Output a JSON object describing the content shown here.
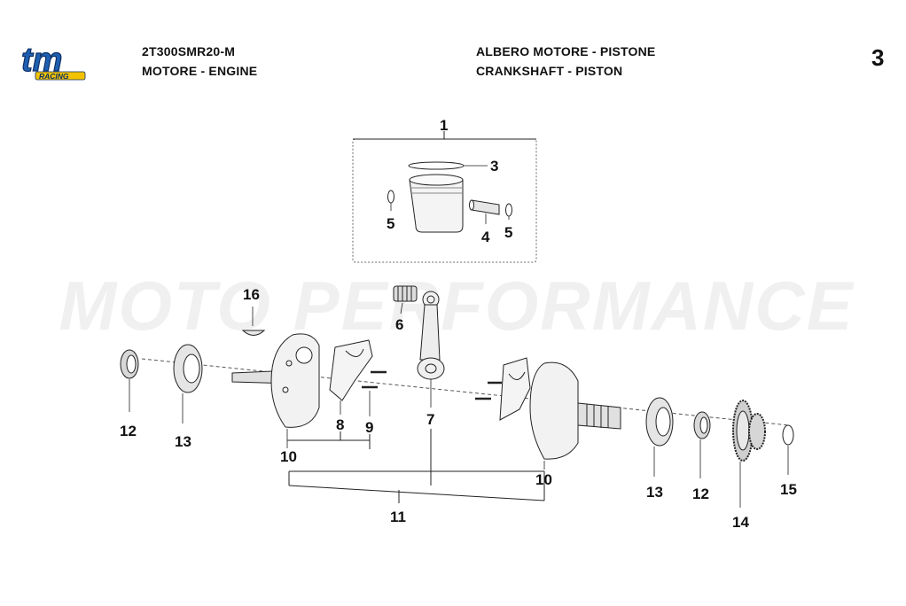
{
  "header": {
    "model_code": "2T300SMR20-M",
    "group_it_en": "MOTORE - ENGINE",
    "title_it": "ALBERO MOTORE - PISTONE",
    "title_en": "CRANKSHAFT - PISTON",
    "page_number": "3"
  },
  "logo": {
    "text": "tm",
    "subtext": "RACING",
    "color": "#1f5fb0"
  },
  "watermark": "MOTO PERFORMANCE",
  "callouts": {
    "c1": "1",
    "c3": "3",
    "c4": "4",
    "c5a": "5",
    "c5b": "5",
    "c6": "6",
    "c7": "7",
    "c8": "8",
    "c9": "9",
    "c10a": "10",
    "c10b": "10",
    "c11": "11",
    "c12a": "12",
    "c12b": "12",
    "c13a": "13",
    "c13b": "13",
    "c14": "14",
    "c15": "15",
    "c16": "16"
  }
}
